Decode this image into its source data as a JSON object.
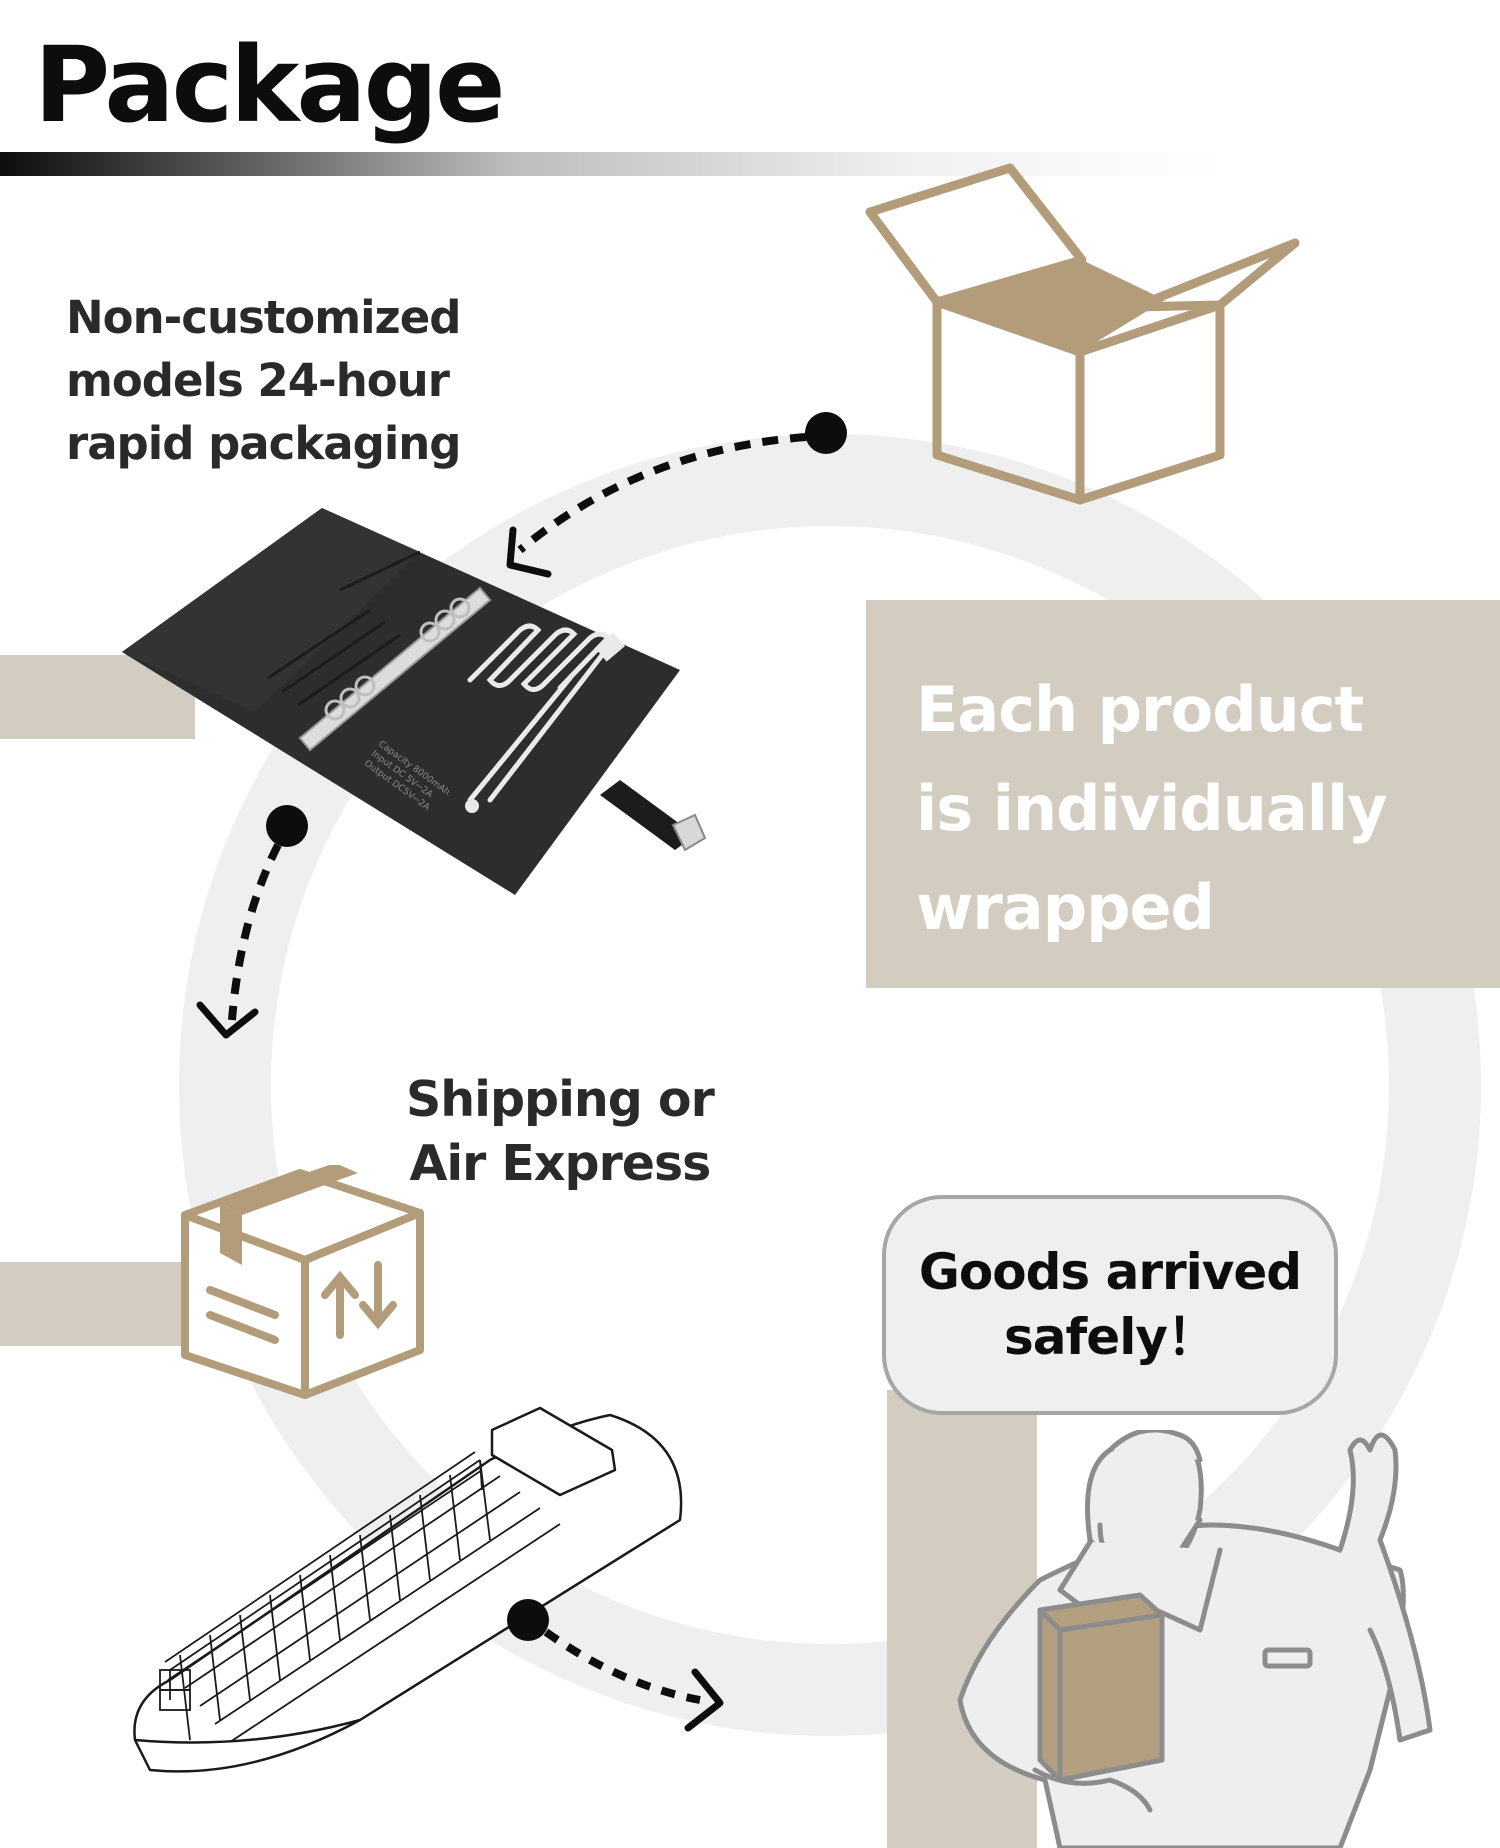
{
  "title": "Package",
  "steps": {
    "packaging": {
      "lines": [
        "Non-customized",
        "models 24-hour",
        "rapid packaging"
      ]
    },
    "wrapping": {
      "lines": [
        "Each product",
        "is individually",
        "wrapped"
      ]
    },
    "shipping": {
      "lines": [
        "Shipping or",
        "Air Express"
      ]
    },
    "arrival": {
      "lines": [
        "Goods arrived",
        "safely！"
      ]
    }
  },
  "product": {
    "print_lines": [
      "Capacity 8000mAh",
      "Input DC 5V⎓2A",
      "Output DC5V⎓2A"
    ]
  },
  "colors": {
    "accent": "#b39c7a",
    "panel": "#d3cdc1",
    "ring": "#efefef",
    "text": "#2a2a2a"
  },
  "icons": [
    "open-box-icon",
    "shipping-box-icon",
    "cargo-ship-icon",
    "delivery-man-icon",
    "dashed-arrow-icon"
  ]
}
